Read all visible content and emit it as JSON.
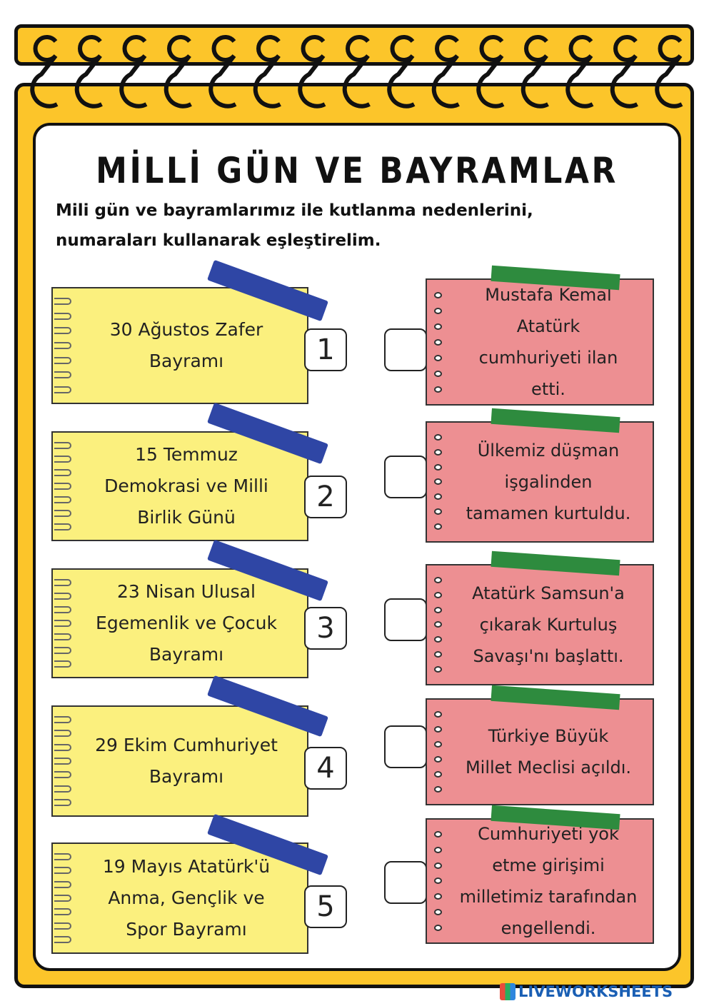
{
  "title": "MİLLİ GÜN VE BAYRAMLAR",
  "instructions": {
    "line1": "Mili gün ve bayramlarımız ile kutlanma nedenlerini,",
    "line2": "numaraları kullanarak eşleştirelim."
  },
  "holidays": [
    {
      "number": "1",
      "lines": [
        "30 Ağustos Zafer",
        "Bayramı"
      ]
    },
    {
      "number": "2",
      "lines": [
        "15 Temmuz",
        "Demokrasi ve Milli",
        "Birlik Günü"
      ]
    },
    {
      "number": "3",
      "lines": [
        "23 Nisan Ulusal",
        "Egemenlik ve Çocuk",
        "Bayramı"
      ]
    },
    {
      "number": "4",
      "lines": [
        "29 Ekim Cumhuriyet",
        "Bayramı"
      ]
    },
    {
      "number": "5",
      "lines": [
        "19 Mayıs Atatürk'ü",
        "Anma, Gençlik ve",
        "Spor Bayramı"
      ]
    }
  ],
  "reasons": [
    {
      "lines": [
        "Mustafa Kemal",
        "Atatürk",
        "cumhuriyeti ilan",
        "etti."
      ]
    },
    {
      "lines": [
        "Ülkemiz düşman",
        "işgalinden",
        "tamamen kurtuldu."
      ]
    },
    {
      "lines": [
        "Atatürk Samsun'a",
        "çıkarak Kurtuluş",
        "Savaşı'nı başlattı."
      ]
    },
    {
      "lines": [
        "Türkiye Büyük",
        "Millet Meclisi açıldı."
      ]
    },
    {
      "lines": [
        "Cumhuriyeti yok",
        "etme girişimi",
        "milletimiz tarafından",
        "engellendi."
      ]
    }
  ],
  "footer": {
    "logo_text": "LIVEWORKSHEETS"
  },
  "colors": {
    "frame": "#fcc52a",
    "yellow_note": "#fbf07e",
    "pink_note": "#ed8f92",
    "blue_tape": "#2f46a5",
    "green_tape": "#2e8b3e"
  }
}
